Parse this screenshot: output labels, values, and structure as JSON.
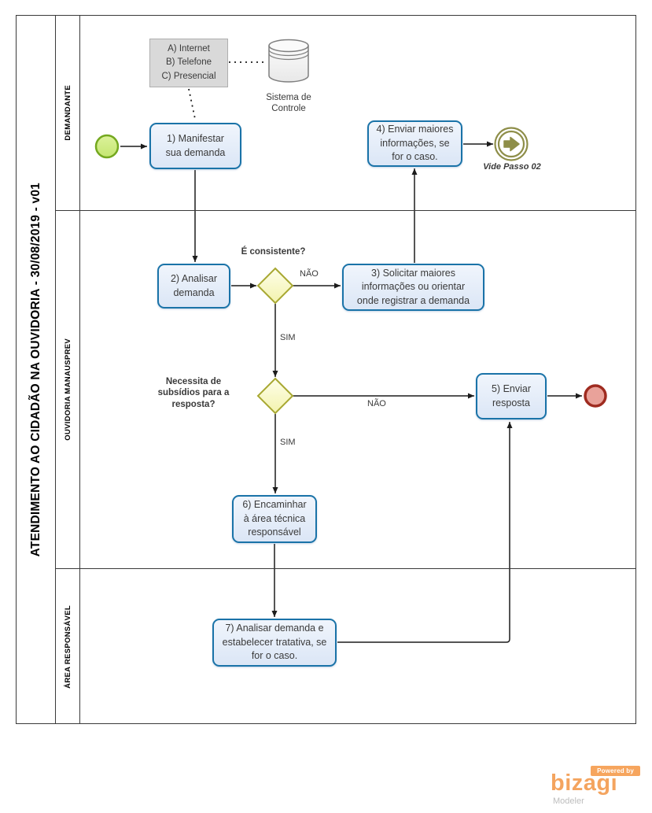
{
  "pool": {
    "title": "ATENDIMENTO AO CIDADÃO NA OUVIDORIA - 30/08/2019 - v01"
  },
  "lanes": [
    "DEMANDANTE",
    "OUVIDORIA MANAUSPREV",
    "ÁREA RESPONSÁVEL"
  ],
  "nodes": {
    "task1": {
      "label": "1) Manifestar\nsua demanda"
    },
    "task2": {
      "label": "2) Analisar\ndemanda"
    },
    "task3": {
      "label": "3) Solicitar maiores\ninformações ou orientar\nonde registrar a demanda"
    },
    "task4": {
      "label": "4) Enviar maiores\ninformações, se\nfor o caso."
    },
    "task5": {
      "label": "5) Enviar\nresposta"
    },
    "task6": {
      "label": "6) Encaminhar\nà área técnica\nresponsável"
    },
    "task7": {
      "label": "7) Analisar demanda e\nestabelecer tratativa, se\nfor o caso."
    },
    "annotation": {
      "label": "A) Internet\nB) Telefone\nC) Presencial"
    },
    "datastore": {
      "label": "Sistema de\nControle"
    },
    "link_event": {
      "label": "Vide Passo 02"
    },
    "gateway1": {
      "question": "É consistente?"
    },
    "gateway2": {
      "question": "Necessita de\nsubsídios para a\nresposta?"
    }
  },
  "flow_labels": {
    "gw1_no": "NÃO",
    "gw1_yes": "SIM",
    "gw2_no": "NÃO",
    "gw2_yes": "SIM"
  },
  "footer": {
    "powered_by": "Powered by",
    "brand": "bizagi",
    "product": "Modeler"
  },
  "colors": {
    "task_border": "#1a73a8",
    "task_fill": "#dbe6f6",
    "gateway_border": "#a8a832",
    "gateway_fill": "#f7f7b8",
    "start_event_fill": "#cdea7e",
    "start_event_border": "#74a81f",
    "end_event_fill": "#e9a29a",
    "end_event_border": "#9f2b20",
    "link_event": "#8e8e49",
    "annotation_fill": "#d9d9d9",
    "bizagi_orange": "#f4a45f"
  }
}
